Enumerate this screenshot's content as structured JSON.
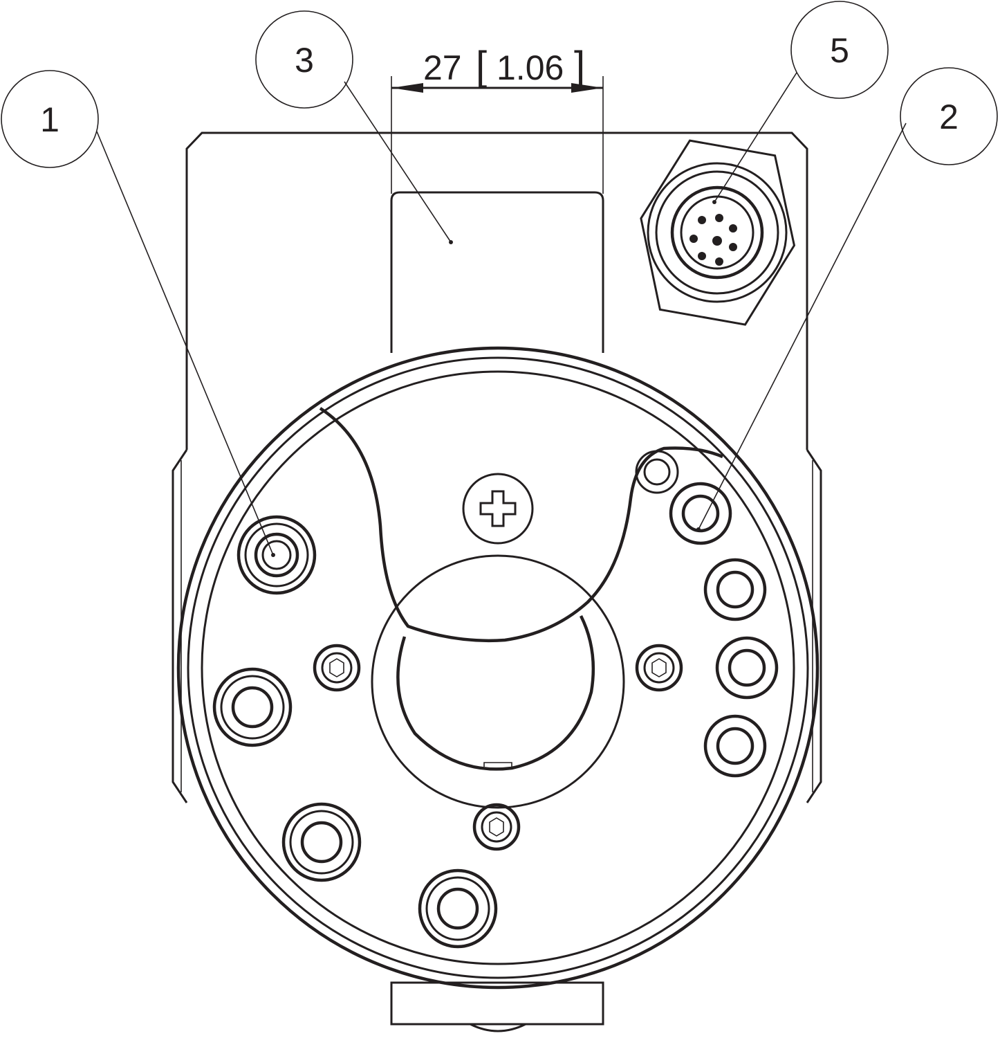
{
  "dimension": {
    "value": "27",
    "bracket_open": "[",
    "inch_value": "1.06",
    "bracket_close": "]"
  },
  "callouts": [
    {
      "label": "1"
    },
    {
      "label": "2"
    },
    {
      "label": "3"
    },
    {
      "label": "5"
    }
  ],
  "colors": {
    "line": "#231f20",
    "background": "#ffffff"
  }
}
